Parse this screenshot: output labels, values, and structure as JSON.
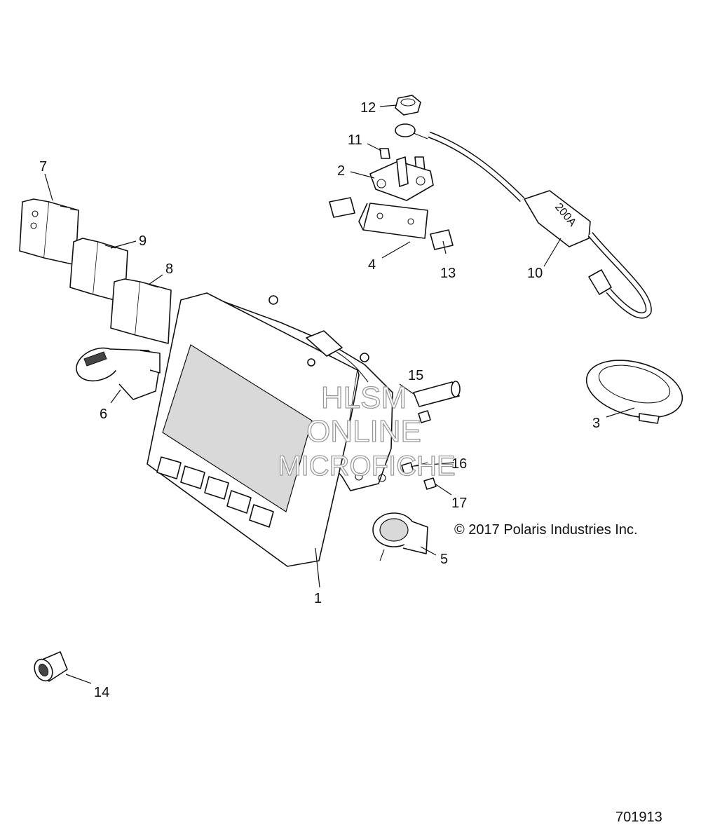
{
  "diagram": {
    "callouts": [
      "1",
      "2",
      "3",
      "4",
      "5",
      "6",
      "7",
      "8",
      "9",
      "10",
      "11",
      "12",
      "13",
      "14",
      "15",
      "16",
      "17"
    ],
    "fuse_label": "200A",
    "copyright": "© 2017 Polaris Industries Inc.",
    "figure_id": "701913",
    "watermark": [
      "HLSM",
      "ONLINE",
      "MICROFICHE"
    ]
  }
}
